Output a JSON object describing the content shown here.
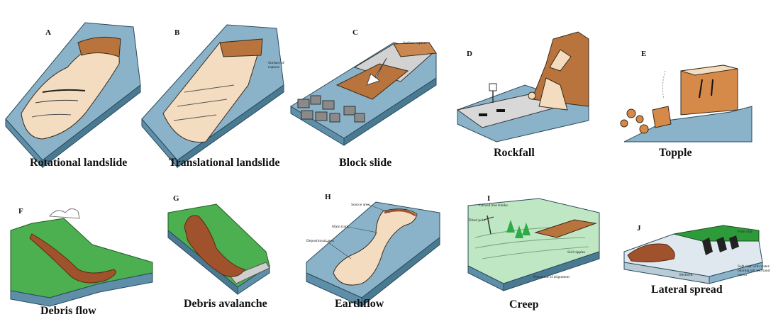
{
  "panels": [
    {
      "letter": "A",
      "caption": "Rotational landslide",
      "notes": []
    },
    {
      "letter": "B",
      "caption": "Translational landslide",
      "notes": [
        "Surface of rupture"
      ]
    },
    {
      "letter": "C",
      "caption": "Block slide",
      "notes": [
        "Surface rupture"
      ]
    },
    {
      "letter": "D",
      "caption": "Rockfall",
      "notes": []
    },
    {
      "letter": "E",
      "caption": "Topple",
      "notes": []
    },
    {
      "letter": "F",
      "caption": "Debris flow",
      "notes": []
    },
    {
      "letter": "G",
      "caption": "Debris avalanche",
      "notes": []
    },
    {
      "letter": "H",
      "caption": "Earthflow",
      "notes": [
        "Source area",
        "Main track",
        "Depositional area"
      ]
    },
    {
      "letter": "I",
      "caption": "Creep",
      "notes": [
        "Curved tree trunks",
        "Tilted pole",
        "Soil ripples",
        "Fence out of alignment"
      ]
    },
    {
      "letter": "J",
      "caption": "Lateral spread",
      "notes": [
        "Firm clay",
        "Soft clay with water-bearing silt and sand layers",
        "Bedrock"
      ]
    }
  ],
  "colors": {
    "slope_blue": "#8ab3c9",
    "slope_dark": "#5f8fa8",
    "debris_tan": "#f4dcc0",
    "scarp_brown": "#b8743c",
    "vegetation_green": "#4caf50",
    "creep_green": "#bfe7c3",
    "clay_green": "#2e9b3a"
  }
}
